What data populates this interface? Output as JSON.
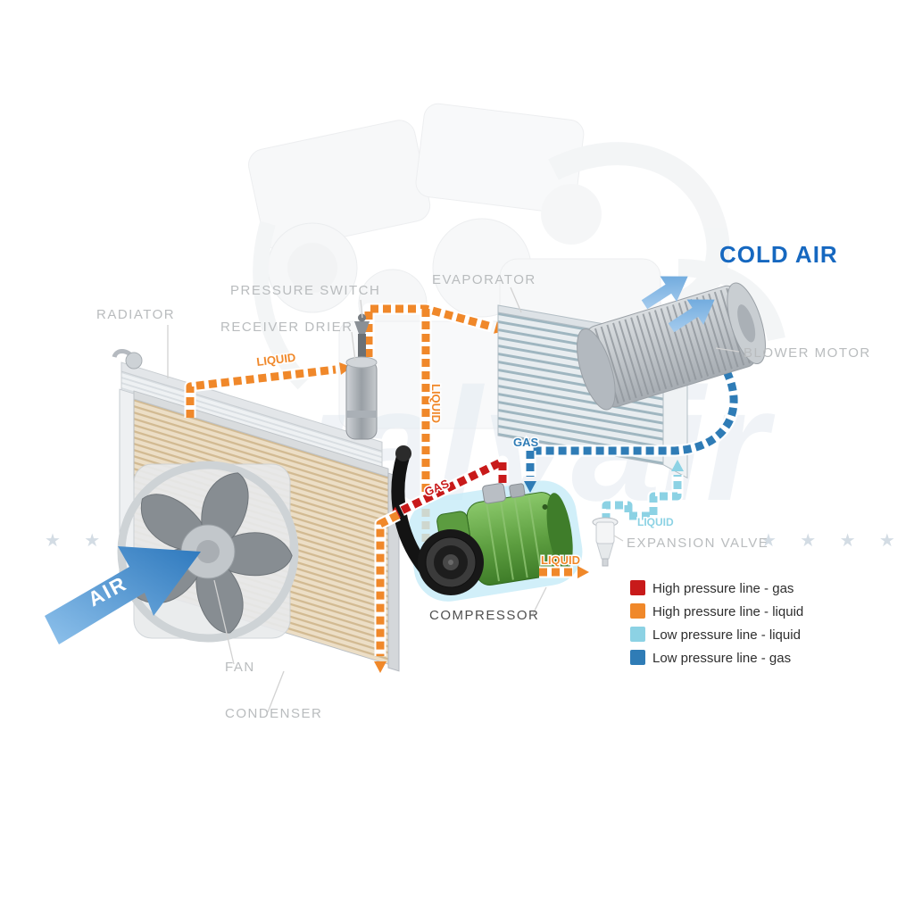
{
  "diagram": {
    "watermark": {
      "word": "Qualyair",
      "stars": "★ ★ ★ ★"
    },
    "labels": {
      "radiator": "RADIATOR",
      "pressure_switch": "PRESSURE SWITCH",
      "receiver_drier": "RECEIVER DRIER",
      "evaporator": "EVAPORATOR",
      "cold_air": "COLD AIR",
      "blower_motor": "BLOWER MOTOR",
      "expansion_valve": "EXPANSION VALVE",
      "compressor": "COMPRESSOR",
      "fan": "FAN",
      "condenser": "CONDENSER",
      "air": "AIR"
    },
    "flow_labels": {
      "liquid_to_drier": "LIQUID",
      "liquid_down": "LIQUID",
      "liquid_to_valve": "LIQUID",
      "gas_high": "GAS",
      "gas_low": "GAS",
      "liquid_low": "LIQUID"
    },
    "legend": {
      "items": [
        {
          "id": "high-gas",
          "label": "High pressure line - gas",
          "color": "#c81a1a"
        },
        {
          "id": "high-liquid",
          "label": "High pressure line - liquid",
          "color": "#f0882a"
        },
        {
          "id": "low-liquid",
          "label": "Low pressure line - liquid",
          "color": "#8cd2e4"
        },
        {
          "id": "low-gas",
          "label": "Low pressure line -  gas",
          "color": "#2f7cb6"
        }
      ]
    },
    "colors": {
      "cold_air": "#1668c0",
      "label_gray": "#b9bcbe",
      "compressor_green": "#4f8f33",
      "air_arrow_blue": "#2d78bd"
    }
  }
}
